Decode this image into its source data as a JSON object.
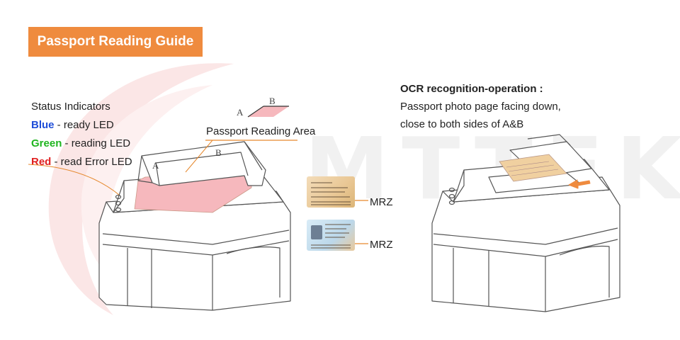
{
  "banner": {
    "title": "Passport Reading Guide"
  },
  "status": {
    "heading": "Status Indicators",
    "items": [
      {
        "color_name": "Blue",
        "text": " - ready LED",
        "color": "#1f4ed8"
      },
      {
        "color_name": "Green",
        "text": " - reading LED",
        "color": "#1fb51f"
      },
      {
        "color_name": "Red",
        "text": " - read Error LED",
        "color": "#e02020"
      }
    ]
  },
  "left_device": {
    "area_label": "Passport Reading Area",
    "corner_a": "A",
    "corner_b": "B",
    "inset_a": "A",
    "inset_b": "B"
  },
  "cards": {
    "mrz_label_1": "MRZ",
    "mrz_label_2": "MRZ"
  },
  "ocr": {
    "title": "OCR recognition-operation :",
    "line1": "Passport photo page facing down,",
    "line2": "close to both sides of A&B"
  },
  "watermark": {
    "text": "MTTEK"
  },
  "colors": {
    "banner": "#ef8b3e",
    "accent_orange": "#ef8b3e",
    "reading_area": "#f6b8bd",
    "watermark_arc": "#fbe3e3"
  }
}
